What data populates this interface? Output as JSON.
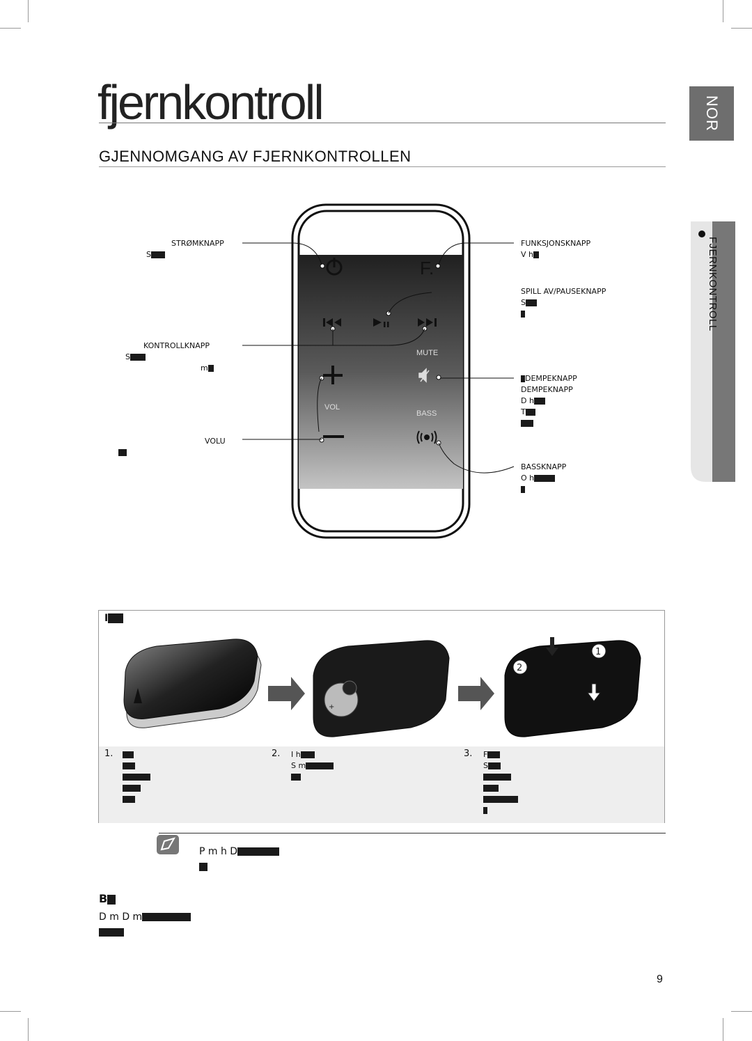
{
  "header": {
    "title": "fjernkontroll",
    "language_tab": "NOR",
    "section_heading": "GJENNOMGANG AV FJERNKONTROLLEN"
  },
  "side_tab": {
    "label": "FJERNKONTROLL"
  },
  "remote": {
    "function_button": "F.",
    "mute_label": "MUTE",
    "vol_label": "VOL",
    "bass_label": "BASS"
  },
  "callouts": {
    "power": {
      "title": "STRØMKNAPP",
      "line1": "S"
    },
    "control": {
      "title": "KONTROLLKNAPP",
      "line1": "S",
      "line2": "m"
    },
    "volume": {
      "title": "VOLU"
    },
    "function": {
      "title": "FUNKSJONSKNAPP",
      "line1": "V h"
    },
    "play_pause": {
      "title": "SPILL AV/PAUSEKNAPP",
      "line1": "S"
    },
    "mute": {
      "title": "DEMPEKNAPP",
      "line2": "DEMPEKNAPP",
      "line3": "D h",
      "line4": "T"
    },
    "bass": {
      "title": "BASSKNAPP",
      "line1": "O h"
    }
  },
  "battery": {
    "title": "I",
    "steps": [
      {
        "num": "1.",
        "line1": "",
        "line2": ""
      },
      {
        "num": "2.",
        "line1": "I h",
        "line2": "S m"
      },
      {
        "num": "3.",
        "line1": "F",
        "line2": "S"
      }
    ]
  },
  "note": {
    "line1": "P m h D"
  },
  "bottom": {
    "heading": "B",
    "line1": "D m D m"
  },
  "page": {
    "number": "9"
  }
}
